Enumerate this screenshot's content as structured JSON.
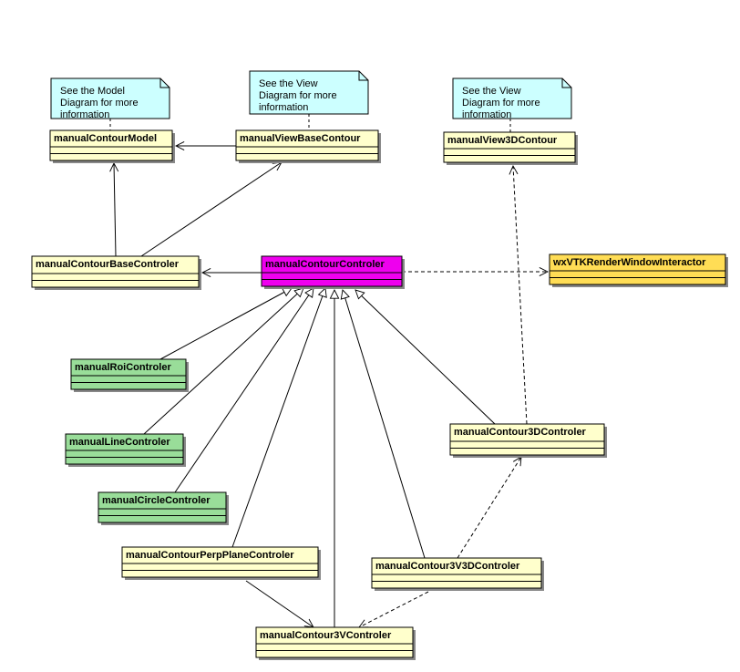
{
  "colors": {
    "class_default": "#ffffcc",
    "class_green": "#99dd99",
    "class_magenta": "#ee00ee",
    "class_gold": "#ffdd55",
    "note_fill": "#ccffff",
    "line": "#000000"
  },
  "notes": [
    {
      "id": "note-model",
      "lines": [
        "See the Model",
        "Diagram for more",
        "information"
      ]
    },
    {
      "id": "note-view",
      "lines": [
        "See the View",
        "Diagram for more",
        "information"
      ]
    },
    {
      "id": "note-view3d",
      "lines": [
        "See the View",
        "Diagram for more",
        "information"
      ]
    }
  ],
  "classes": [
    {
      "id": "manualContourModel",
      "name": "manualContourModel",
      "color": "class_default"
    },
    {
      "id": "manualViewBaseContour",
      "name": "manualViewBaseContour",
      "color": "class_default"
    },
    {
      "id": "manualView3DContour",
      "name": "manualView3DContour",
      "color": "class_default"
    },
    {
      "id": "manualContourBaseControler",
      "name": "manualContourBaseControler",
      "color": "class_default"
    },
    {
      "id": "manualContourControler",
      "name": "manualContourControler",
      "color": "class_magenta"
    },
    {
      "id": "wxVTKRenderWindowInteractor",
      "name": "wxVTKRenderWindowInteractor",
      "color": "class_gold"
    },
    {
      "id": "manualRoiControler",
      "name": "manualRoiControler",
      "color": "class_green"
    },
    {
      "id": "manualLineControler",
      "name": "manualLineControler",
      "color": "class_green"
    },
    {
      "id": "manualCircleControler",
      "name": "manualCircleControler",
      "color": "class_green"
    },
    {
      "id": "manualContour3DControler",
      "name": "manualContour3DControler",
      "color": "class_default"
    },
    {
      "id": "manualContourPerpPlaneControler",
      "name": "manualContourPerpPlaneControler",
      "color": "class_default"
    },
    {
      "id": "manualContour3V3DControler",
      "name": "manualContour3V3DControler",
      "color": "class_default"
    },
    {
      "id": "manualContour3VControler",
      "name": "manualContour3VControler",
      "color": "class_default"
    }
  ],
  "relations": [
    {
      "from": "manualViewBaseContour",
      "to": "manualContourModel",
      "kind": "association"
    },
    {
      "from": "manualContourBaseControler",
      "to": "manualContourModel",
      "kind": "association"
    },
    {
      "from": "manualContourBaseControler",
      "to": "manualViewBaseContour",
      "kind": "association"
    },
    {
      "from": "manualContourControler",
      "to": "manualContourBaseControler",
      "kind": "association"
    },
    {
      "from": "manualContourControler",
      "to": "wxVTKRenderWindowInteractor",
      "kind": "dependency"
    },
    {
      "from": "manualRoiControler",
      "to": "manualContourControler",
      "kind": "generalization"
    },
    {
      "from": "manualLineControler",
      "to": "manualContourControler",
      "kind": "generalization"
    },
    {
      "from": "manualCircleControler",
      "to": "manualContourControler",
      "kind": "generalization"
    },
    {
      "from": "manualContourPerpPlaneControler",
      "to": "manualContourControler",
      "kind": "generalization"
    },
    {
      "from": "manualContour3VControler",
      "to": "manualContourControler",
      "kind": "generalization"
    },
    {
      "from": "manualContour3V3DControler",
      "to": "manualContourControler",
      "kind": "generalization"
    },
    {
      "from": "manualContour3DControler",
      "to": "manualContourControler",
      "kind": "generalization"
    },
    {
      "from": "manualContour3DControler",
      "to": "manualView3DContour",
      "kind": "dependency"
    },
    {
      "from": "manualContourPerpPlaneControler",
      "to": "manualContour3VControler",
      "kind": "association"
    },
    {
      "from": "manualContour3V3DControler",
      "to": "manualContour3VControler",
      "kind": "dependency"
    },
    {
      "from": "manualContour3V3DControler",
      "to": "manualContour3DControler",
      "kind": "dependency"
    }
  ]
}
